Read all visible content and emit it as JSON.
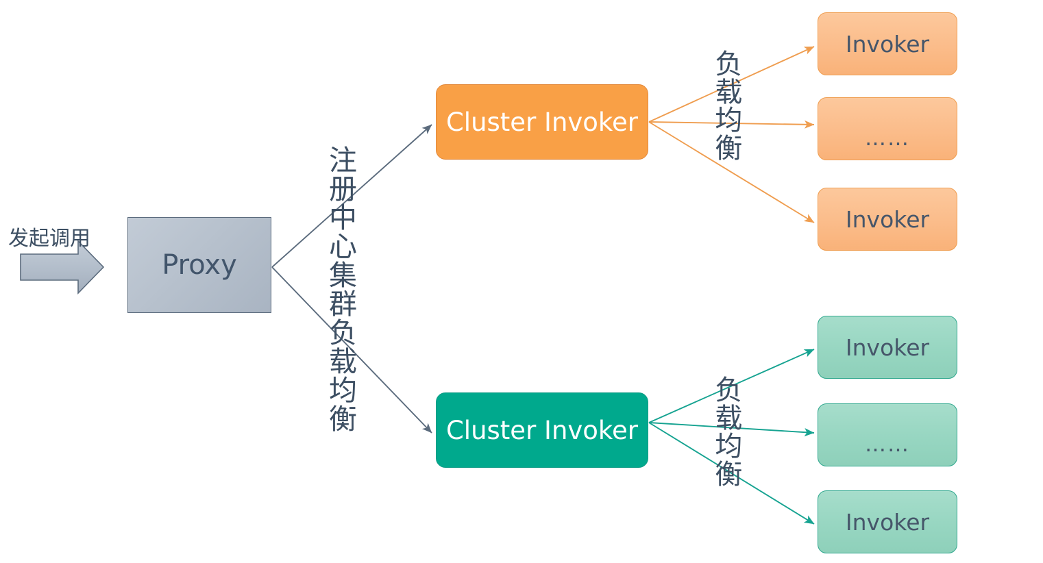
{
  "diagram": {
    "title": "Dubbo Proxy / Cluster Invoker / Invoker call flow",
    "background": "#ffffff",
    "colors": {
      "proxy_fill": "#b7c1cd",
      "proxy_border": "#5b6b7d",
      "cluster_orange": "#f9a046",
      "cluster_green": "#00a98d",
      "invoker_orange": "#fbbc8a",
      "invoker_green": "#97d6c1",
      "orange_edge": "#f0a24c",
      "green_edge": "#16a391",
      "gray_edge": "#5b6b7d",
      "text_dark": "#3d4f63",
      "text_white": "#ffffff"
    }
  },
  "entry": {
    "label": "发起调用",
    "arrow_icon": "block-arrow-right-icon"
  },
  "proxy": {
    "label": "Proxy"
  },
  "registry_edge": {
    "label": "注册中心集群负载均衡"
  },
  "clusters": [
    {
      "id": "cluster-orange",
      "label": "Cluster Invoker",
      "color": "#f9a046",
      "lb_label": "负载均衡",
      "invokers": [
        {
          "label": "Invoker",
          "kind": "named"
        },
        {
          "label": "……",
          "kind": "ellipsis"
        },
        {
          "label": "Invoker",
          "kind": "named"
        }
      ]
    },
    {
      "id": "cluster-green",
      "label": "Cluster Invoker",
      "color": "#00a98d",
      "lb_label": "负载均衡",
      "invokers": [
        {
          "label": "Invoker",
          "kind": "named"
        },
        {
          "label": "……",
          "kind": "ellipsis"
        },
        {
          "label": "Invoker",
          "kind": "named"
        }
      ]
    }
  ]
}
